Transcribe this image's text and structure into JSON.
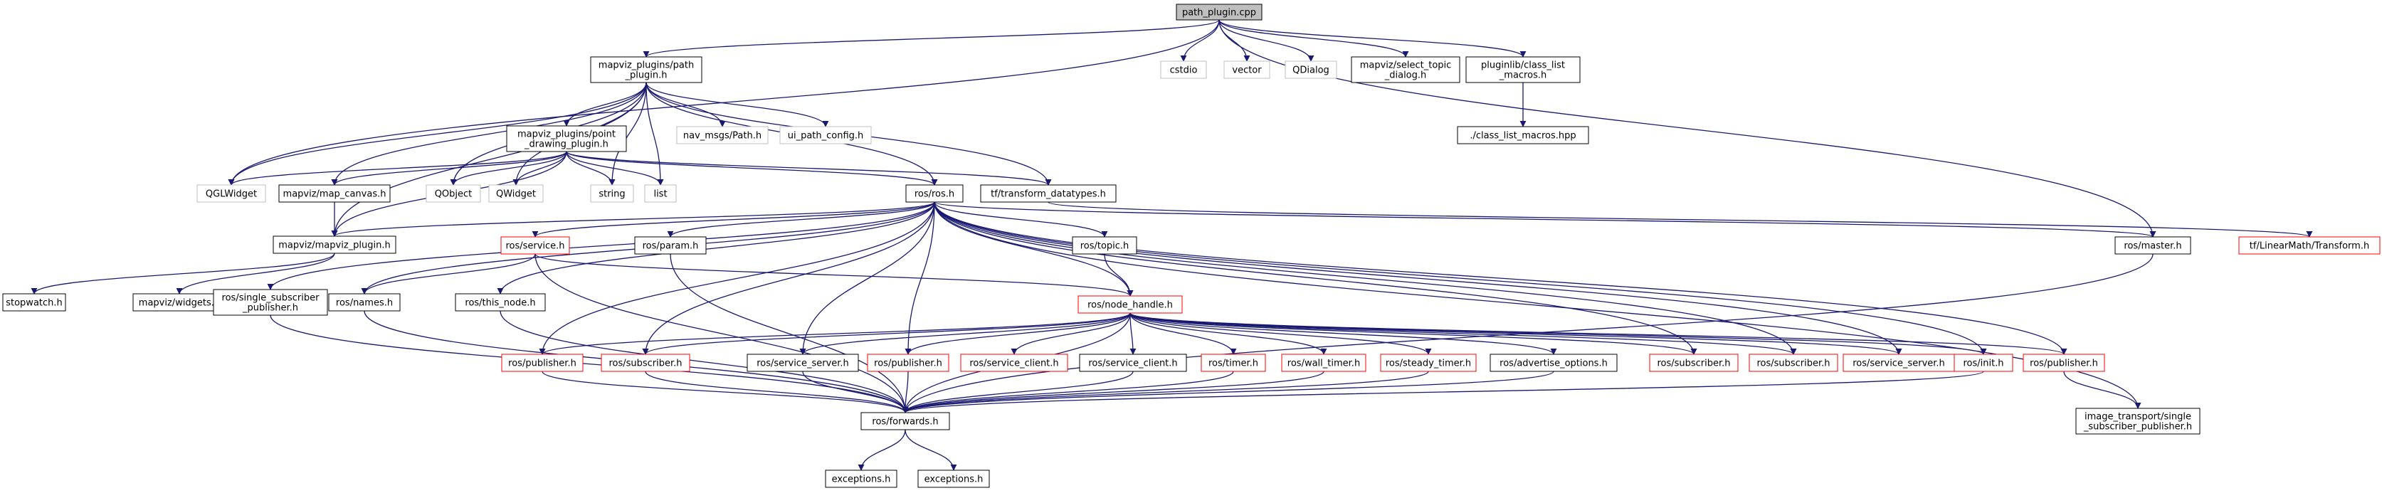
{
  "colors": {
    "edge": "#191970",
    "border_black": "#000000",
    "border_gray": "#bfbfbf",
    "border_red": "#ff0000",
    "root_fill": "#bfbfbf",
    "node_fill": "#ffffff"
  },
  "nodes": [
    {
      "id": "root",
      "lines": [
        "path_plugin.cpp"
      ],
      "style": "root"
    },
    {
      "id": "path_plugin_h",
      "lines": [
        "mapviz_plugins/path",
        "_plugin.h"
      ],
      "style": "black"
    },
    {
      "id": "cstdio",
      "lines": [
        "cstdio"
      ],
      "style": "gray"
    },
    {
      "id": "vector",
      "lines": [
        "vector"
      ],
      "style": "gray"
    },
    {
      "id": "qdialog",
      "lines": [
        "QDialog"
      ],
      "style": "gray"
    },
    {
      "id": "select_topic",
      "lines": [
        "mapviz/select_topic",
        "_dialog.h"
      ],
      "style": "black"
    },
    {
      "id": "class_list_macros_h",
      "lines": [
        "pluginlib/class_list",
        "_macros.h"
      ],
      "style": "black"
    },
    {
      "id": "class_list_macros_hpp",
      "lines": [
        "./class_list_macros.hpp"
      ],
      "style": "black"
    },
    {
      "id": "point_drawing",
      "lines": [
        "mapviz_plugins/point",
        "_drawing_plugin.h"
      ],
      "style": "black"
    },
    {
      "id": "nav_msgs",
      "lines": [
        "nav_msgs/Path.h"
      ],
      "style": "gray"
    },
    {
      "id": "ui_path_config",
      "lines": [
        "ui_path_config.h"
      ],
      "style": "gray"
    },
    {
      "id": "qglwidget",
      "lines": [
        "QGLWidget"
      ],
      "style": "gray"
    },
    {
      "id": "map_canvas",
      "lines": [
        "mapviz/map_canvas.h"
      ],
      "style": "black"
    },
    {
      "id": "qobject",
      "lines": [
        "QObject"
      ],
      "style": "gray"
    },
    {
      "id": "qwidget",
      "lines": [
        "QWidget"
      ],
      "style": "gray"
    },
    {
      "id": "string",
      "lines": [
        "string"
      ],
      "style": "gray"
    },
    {
      "id": "list",
      "lines": [
        "list"
      ],
      "style": "gray"
    },
    {
      "id": "ros_h",
      "lines": [
        "ros/ros.h"
      ],
      "style": "black"
    },
    {
      "id": "tf_transform",
      "lines": [
        "tf/transform_datatypes.h"
      ],
      "style": "black"
    },
    {
      "id": "mapviz_plugin",
      "lines": [
        "mapviz/mapviz_plugin.h"
      ],
      "style": "black"
    },
    {
      "id": "stopwatch",
      "lines": [
        "stopwatch.h"
      ],
      "style": "black"
    },
    {
      "id": "widgets",
      "lines": [
        "mapviz/widgets.h"
      ],
      "style": "black"
    },
    {
      "id": "single_sub_pub",
      "lines": [
        "ros/single_subscriber",
        "_publisher.h"
      ],
      "style": "black"
    },
    {
      "id": "ros_service",
      "lines": [
        "ros/service.h"
      ],
      "style": "red"
    },
    {
      "id": "ros_param",
      "lines": [
        "ros/param.h"
      ],
      "style": "black"
    },
    {
      "id": "ros_topic",
      "lines": [
        "ros/topic.h"
      ],
      "style": "black"
    },
    {
      "id": "ros_master",
      "lines": [
        "ros/master.h"
      ],
      "style": "black"
    },
    {
      "id": "tf_linearmath",
      "lines": [
        "tf/LinearMath/Transform.h"
      ],
      "style": "red"
    },
    {
      "id": "ros_names",
      "lines": [
        "ros/names.h"
      ],
      "style": "black"
    },
    {
      "id": "ros_this_node",
      "lines": [
        "ros/this_node.h"
      ],
      "style": "black"
    },
    {
      "id": "node_handle",
      "lines": [
        "ros/node_handle.h"
      ],
      "style": "red"
    },
    {
      "id": "publisher_1",
      "lines": [
        "ros/publisher.h"
      ],
      "style": "red"
    },
    {
      "id": "subscriber_1",
      "lines": [
        "ros/subscriber.h"
      ],
      "style": "red"
    },
    {
      "id": "service_server_1",
      "lines": [
        "ros/service_server.h"
      ],
      "style": "black"
    },
    {
      "id": "publisher_2",
      "lines": [
        "ros/publisher.h"
      ],
      "style": "red"
    },
    {
      "id": "service_client_1",
      "lines": [
        "ros/service_client.h"
      ],
      "style": "red"
    },
    {
      "id": "service_client_2",
      "lines": [
        "ros/service_client.h"
      ],
      "style": "black"
    },
    {
      "id": "timer",
      "lines": [
        "ros/timer.h"
      ],
      "style": "red"
    },
    {
      "id": "wall_timer",
      "lines": [
        "ros/wall_timer.h"
      ],
      "style": "red"
    },
    {
      "id": "steady_timer",
      "lines": [
        "ros/steady_timer.h"
      ],
      "style": "red"
    },
    {
      "id": "advertise_options",
      "lines": [
        "ros/advertise_options.h"
      ],
      "style": "black"
    },
    {
      "id": "subscriber_2",
      "lines": [
        "ros/subscriber.h"
      ],
      "style": "red"
    },
    {
      "id": "subscriber_3",
      "lines": [
        "ros/subscriber.h"
      ],
      "style": "red"
    },
    {
      "id": "service_server_2",
      "lines": [
        "ros/service_server.h"
      ],
      "style": "red"
    },
    {
      "id": "ros_init",
      "lines": [
        "ros/init.h"
      ],
      "style": "red"
    },
    {
      "id": "publisher_3",
      "lines": [
        "ros/publisher.h"
      ],
      "style": "red"
    },
    {
      "id": "ros_forwards",
      "lines": [
        "ros/forwards.h"
      ],
      "style": "black"
    },
    {
      "id": "image_transport",
      "lines": [
        "image_transport/single",
        "_subscriber_publisher.h"
      ],
      "style": "black"
    },
    {
      "id": "exceptions_1",
      "lines": [
        "exceptions.h"
      ],
      "style": "black"
    },
    {
      "id": "exceptions_2",
      "lines": [
        "exceptions.h"
      ],
      "style": "black"
    }
  ],
  "edges": [
    [
      "root",
      "path_plugin_h"
    ],
    [
      "root",
      "cstdio"
    ],
    [
      "root",
      "vector"
    ],
    [
      "root",
      "qdialog"
    ],
    [
      "root",
      "select_topic"
    ],
    [
      "root",
      "class_list_macros_h"
    ],
    [
      "root",
      "qglwidget"
    ],
    [
      "root",
      "ros_master"
    ],
    [
      "class_list_macros_h",
      "class_list_macros_hpp"
    ],
    [
      "path_plugin_h",
      "point_drawing"
    ],
    [
      "path_plugin_h",
      "nav_msgs"
    ],
    [
      "path_plugin_h",
      "ui_path_config"
    ],
    [
      "path_plugin_h",
      "qglwidget"
    ],
    [
      "path_plugin_h",
      "map_canvas"
    ],
    [
      "path_plugin_h",
      "qobject"
    ],
    [
      "path_plugin_h",
      "qwidget"
    ],
    [
      "path_plugin_h",
      "string"
    ],
    [
      "path_plugin_h",
      "list"
    ],
    [
      "path_plugin_h",
      "ros_h"
    ],
    [
      "path_plugin_h",
      "tf_transform"
    ],
    [
      "path_plugin_h",
      "mapviz_plugin"
    ],
    [
      "point_drawing",
      "qglwidget"
    ],
    [
      "point_drawing",
      "map_canvas"
    ],
    [
      "point_drawing",
      "qobject"
    ],
    [
      "point_drawing",
      "qwidget"
    ],
    [
      "point_drawing",
      "string"
    ],
    [
      "point_drawing",
      "list"
    ],
    [
      "point_drawing",
      "ros_h"
    ],
    [
      "point_drawing",
      "tf_transform"
    ],
    [
      "point_drawing",
      "mapviz_plugin"
    ],
    [
      "map_canvas",
      "mapviz_plugin"
    ],
    [
      "mapviz_plugin",
      "stopwatch"
    ],
    [
      "mapviz_plugin",
      "widgets"
    ],
    [
      "tf_transform",
      "tf_linearmath"
    ],
    [
      "ros_h",
      "mapviz_plugin"
    ],
    [
      "ros_h",
      "single_sub_pub"
    ],
    [
      "ros_h",
      "ros_service"
    ],
    [
      "ros_h",
      "ros_param"
    ],
    [
      "ros_h",
      "ros_topic"
    ],
    [
      "ros_h",
      "ros_master"
    ],
    [
      "ros_h",
      "ros_names"
    ],
    [
      "ros_h",
      "ros_this_node"
    ],
    [
      "ros_h",
      "node_handle"
    ],
    [
      "ros_h",
      "publisher_1"
    ],
    [
      "ros_h",
      "subscriber_1"
    ],
    [
      "ros_h",
      "service_server_1"
    ],
    [
      "ros_h",
      "publisher_2"
    ],
    [
      "ros_h",
      "subscriber_2"
    ],
    [
      "ros_h",
      "subscriber_3"
    ],
    [
      "ros_h",
      "service_server_2"
    ],
    [
      "ros_h",
      "ros_init"
    ],
    [
      "ros_h",
      "publisher_3"
    ],
    [
      "ros_h",
      "image_transport"
    ],
    [
      "ros_service",
      "ros_names"
    ],
    [
      "ros_service",
      "node_handle"
    ],
    [
      "ros_service",
      "ros_forwards"
    ],
    [
      "ros_param",
      "ros_forwards"
    ],
    [
      "ros_topic",
      "node_handle"
    ],
    [
      "ros_master",
      "ros_forwards"
    ],
    [
      "ros_names",
      "ros_forwards"
    ],
    [
      "ros_this_node",
      "ros_forwards"
    ],
    [
      "single_sub_pub",
      "ros_forwards"
    ],
    [
      "node_handle",
      "ros_forwards"
    ],
    [
      "node_handle",
      "publisher_1"
    ],
    [
      "node_handle",
      "subscriber_1"
    ],
    [
      "node_handle",
      "service_server_1"
    ],
    [
      "node_handle",
      "publisher_2"
    ],
    [
      "node_handle",
      "service_client_1"
    ],
    [
      "node_handle",
      "service_client_2"
    ],
    [
      "node_handle",
      "timer"
    ],
    [
      "node_handle",
      "wall_timer"
    ],
    [
      "node_handle",
      "steady_timer"
    ],
    [
      "node_handle",
      "advertise_options"
    ],
    [
      "node_handle",
      "subscriber_2"
    ],
    [
      "node_handle",
      "subscriber_3"
    ],
    [
      "node_handle",
      "service_server_2"
    ],
    [
      "node_handle",
      "ros_init"
    ],
    [
      "node_handle",
      "publisher_3"
    ],
    [
      "publisher_1",
      "ros_forwards"
    ],
    [
      "subscriber_1",
      "ros_forwards"
    ],
    [
      "service_server_1",
      "ros_forwards"
    ],
    [
      "publisher_2",
      "ros_forwards"
    ],
    [
      "service_client_2",
      "ros_forwards"
    ],
    [
      "timer",
      "ros_forwards"
    ],
    [
      "wall_timer",
      "ros_forwards"
    ],
    [
      "steady_timer",
      "ros_forwards"
    ],
    [
      "advertise_options",
      "ros_forwards"
    ],
    [
      "ros_init",
      "ros_forwards"
    ],
    [
      "publisher_3",
      "image_transport"
    ],
    [
      "ros_forwards",
      "exceptions_1"
    ],
    [
      "ros_forwards",
      "exceptions_2"
    ]
  ]
}
